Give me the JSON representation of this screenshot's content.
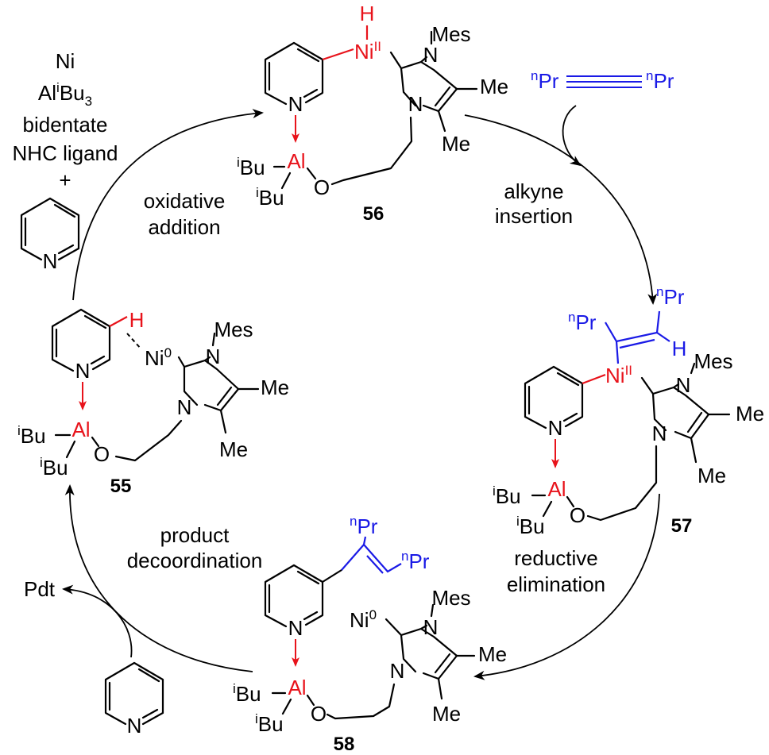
{
  "colors": {
    "red": "#e8131b",
    "blue": "#1a1ae6",
    "black": "#000000"
  },
  "steps": {
    "oxidative_addition": [
      "oxidative",
      "addition"
    ],
    "alkyne_insertion": [
      "alkyne",
      "insertion"
    ],
    "reductive_elimination": [
      "reductive",
      "elimination"
    ],
    "product_decoordination": [
      "product",
      "decoordination"
    ]
  },
  "compounds": {
    "c55": "55",
    "c56": "56",
    "c57": "57",
    "c58": "58"
  },
  "reagents": {
    "line1": "Ni",
    "line2_a": "Al",
    "line2_sup": "i",
    "line2_b": "Bu",
    "line2_sub": "3",
    "line3": "bidentate",
    "line4": "NHC ligand",
    "plus": "+",
    "pyridine_N": "N"
  },
  "alkyne": {
    "left_sup": "n",
    "left": "Pr",
    "right_sup": "n",
    "right": "Pr"
  },
  "product_label": "Pdt",
  "atoms": {
    "N": "N",
    "H": "H",
    "Al": "Al",
    "O": "O",
    "Ni": "Ni",
    "ni0_sup": "0",
    "ni2_sup": "II",
    "Mes": "Mes",
    "Me": "Me",
    "iBu_sup": "i",
    "Bu": "Bu",
    "nPr_sup": "n",
    "Pr": "Pr"
  }
}
